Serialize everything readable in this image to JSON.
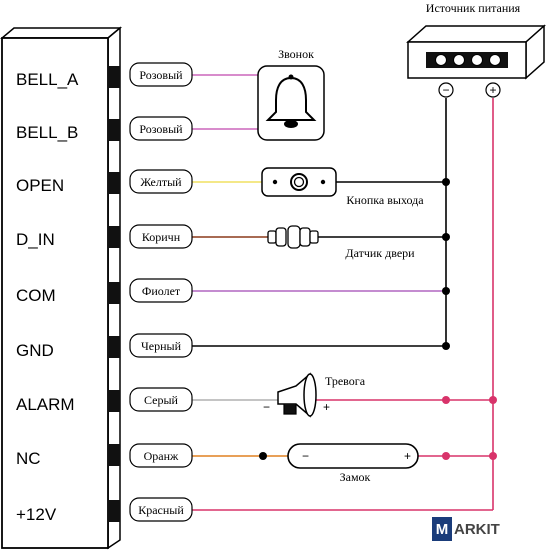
{
  "controller": {
    "terminals": [
      {
        "label": "BELL_A",
        "wire": "Розовый"
      },
      {
        "label": "BELL_B",
        "wire": "Розовый"
      },
      {
        "label": "OPEN",
        "wire": "Желтый"
      },
      {
        "label": "D_IN",
        "wire": "Коричн"
      },
      {
        "label": "COM",
        "wire": "Фиолет"
      },
      {
        "label": "GND",
        "wire": "Черный"
      },
      {
        "label": "ALARM",
        "wire": "Серый"
      },
      {
        "label": "NC",
        "wire": "Оранж"
      },
      {
        "label": "+12V",
        "wire": "Красный"
      }
    ]
  },
  "devices": {
    "power_supply": "Источник питания",
    "psu_minus": "−",
    "psu_plus": "+",
    "bell": "Звонок",
    "exit_button": "Кнопка выхода",
    "door_sensor": "Датчик двери",
    "alarm": "Тревога",
    "alarm_minus": "−",
    "alarm_plus": "+",
    "lock": "Замок",
    "lock_minus": "−",
    "lock_plus": "+"
  },
  "watermark": {
    "first": "M",
    "rest": "ARKIT"
  },
  "colors": {
    "pink": "#cc66bb",
    "yellow": "#f0e060",
    "brown": "#8b3a1a",
    "violet": "#b066c0",
    "black": "#000000",
    "gray": "#b0b0b0",
    "orange": "#e08020",
    "red": "#d8336a"
  }
}
